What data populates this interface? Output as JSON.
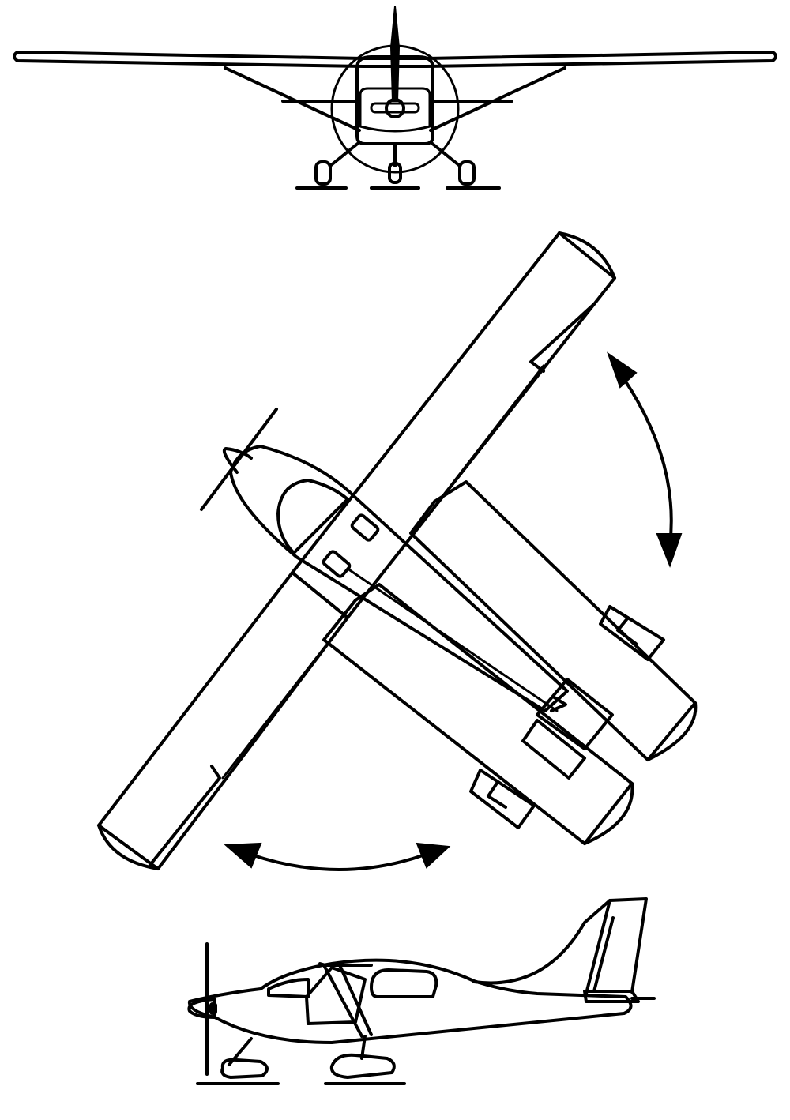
{
  "drawing": {
    "views": [
      "front-view",
      "top-view-swept-wing",
      "side-view"
    ],
    "line_color": "#000000",
    "background": "#ffffff",
    "annotations": [
      "wing-rotation-arrow-right",
      "wing-rotation-arrow-bottom"
    ]
  }
}
